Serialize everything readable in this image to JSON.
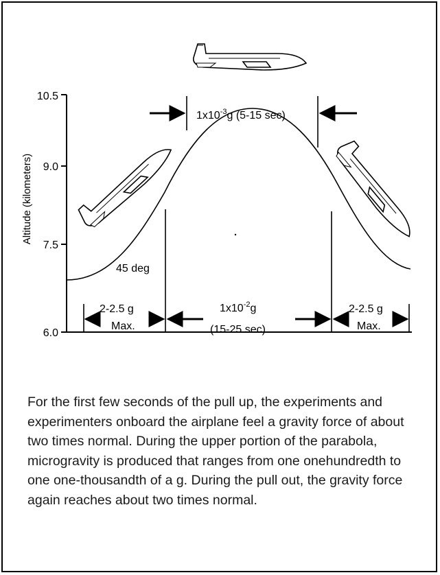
{
  "figure": {
    "y_axis_label": "Altitude (kilometers)",
    "y_ticks": [
      "10.5",
      "9.0",
      "7.5",
      "6.0"
    ],
    "labels": {
      "top_micro_main": "1x10",
      "top_micro_exp": "-3",
      "top_micro_rest": "g (5-15 sec)",
      "angle": "45 deg",
      "left_g": "2-2.5 g",
      "left_max": "Max.",
      "center_main": "1x10",
      "center_exp": "-2",
      "center_unit": "g",
      "center_duration": "(15-25 sec)",
      "right_g": "2-2.5 g",
      "right_max": "Max."
    }
  },
  "caption": "For the first few seconds of the pull up, the experiments and experimenters onboard the airplane feel a gravity force of about two times normal. During the upper portion of the parabola, microgravity is produced that ranges from one onehundredth to one one-thousandth of a g. During the pull out, the gravity force again reaches about two times normal."
}
